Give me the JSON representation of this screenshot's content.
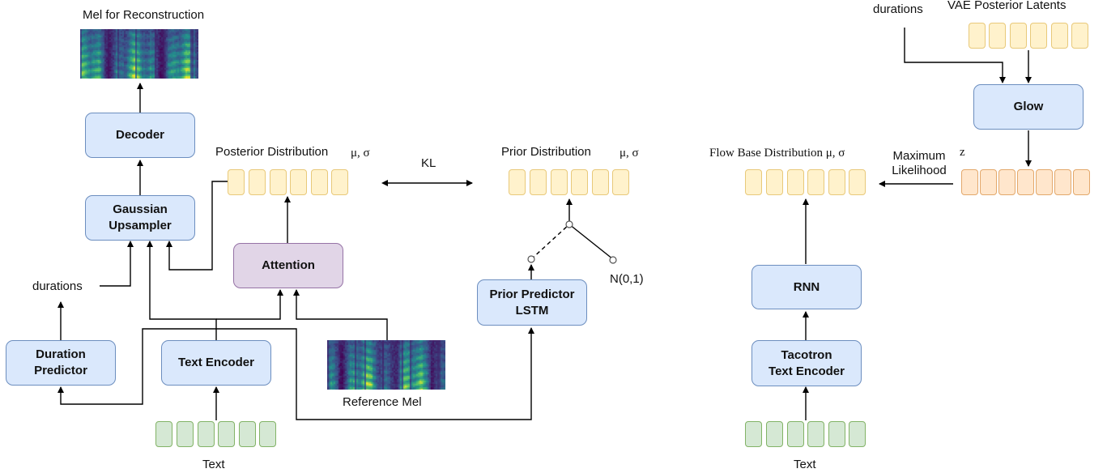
{
  "boxes": {
    "decoder": "Decoder",
    "gaussian_upsampler_line1": "Gaussian",
    "gaussian_upsampler_line2": "Upsampler",
    "attention": "Attention",
    "duration_predictor_line1": "Duration",
    "duration_predictor_line2": "Predictor",
    "text_encoder": "Text Encoder",
    "prior_predictor_line1": "Prior Predictor",
    "prior_predictor_line2": "LSTM",
    "glow": "Glow",
    "rnn": "RNN",
    "tacotron_line1": "Tacotron",
    "tacotron_line2": "Text Encoder"
  },
  "labels": {
    "mel_for_reconstruction": "Mel for Reconstruction",
    "posterior_distribution": "Posterior Distribution",
    "posterior_params": "μ, σ",
    "kl": "KL",
    "prior_distribution": "Prior Distribution",
    "prior_params": "μ, σ",
    "durations_left": "durations",
    "n01": "N(0,1)",
    "reference_mel": "Reference Mel",
    "text_left": "Text",
    "durations_right": "durations",
    "vae_posterior_latents": "VAE Posterior Latents",
    "flow_base_distribution": "Flow Base Distribution μ, σ",
    "maximum_likelihood_line1": "Maximum",
    "maximum_likelihood_line2": "Likelihood",
    "z": "z",
    "text_right": "Text"
  },
  "colors": {
    "module_fill": "#dae8fc",
    "module_border": "#6c8ebf",
    "attention_fill": "#e1d5e7",
    "latent_fill": "#fff2cc",
    "text_token_fill": "#d5e8d4",
    "z_fill": "#ffe6cc",
    "spectrogram_palette": "viridis"
  }
}
